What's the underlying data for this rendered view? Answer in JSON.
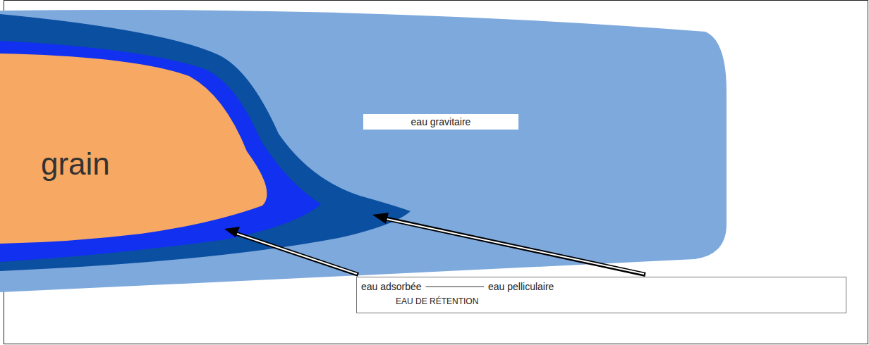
{
  "diagram": {
    "nodes": [
      {
        "text": [
          "eau gravitaire"
        ]
      },
      {
        "text": [
          "grain"
        ],
        "in": 0
      },
      {
        "text": [
          "eau adsorbée",
          "eau pelliculaire",
          "EAU DE RÉTENTION"
        ]
      }
    ]
  }
}
